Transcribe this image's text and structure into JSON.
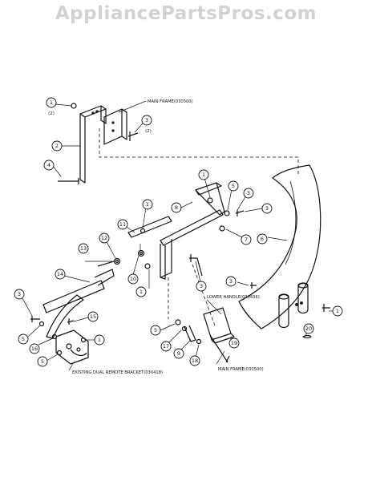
{
  "watermark": "AppliancePartsPros.com",
  "labels": {
    "main_frame_top": "MAIN FRAME(030500)",
    "main_frame_bottom": "MAIN FRAME(030500)",
    "lower_handle": "LOWER HANDLE(030436)",
    "remote_bracket": "EXISTING DUAL REMOTE BRACKET(030418)"
  },
  "callouts": [
    {
      "num": "1",
      "qty": "(2)"
    },
    {
      "num": "2"
    },
    {
      "num": "3",
      "qty": "(2)"
    },
    {
      "num": "4"
    },
    {
      "num": "1"
    },
    {
      "num": "5"
    },
    {
      "num": "3"
    },
    {
      "num": "3"
    },
    {
      "num": "6"
    },
    {
      "num": "7"
    },
    {
      "num": "8"
    },
    {
      "num": "1"
    },
    {
      "num": "11"
    },
    {
      "num": "12"
    },
    {
      "num": "13"
    },
    {
      "num": "10"
    },
    {
      "num": "1"
    },
    {
      "num": "3"
    },
    {
      "num": "3"
    },
    {
      "num": "14"
    },
    {
      "num": "3"
    },
    {
      "num": "15"
    },
    {
      "num": "5"
    },
    {
      "num": "16"
    },
    {
      "num": "1"
    },
    {
      "num": "5"
    },
    {
      "num": "5"
    },
    {
      "num": "17"
    },
    {
      "num": "9"
    },
    {
      "num": "18"
    },
    {
      "num": "19"
    },
    {
      "num": "1"
    },
    {
      "num": "20"
    }
  ]
}
